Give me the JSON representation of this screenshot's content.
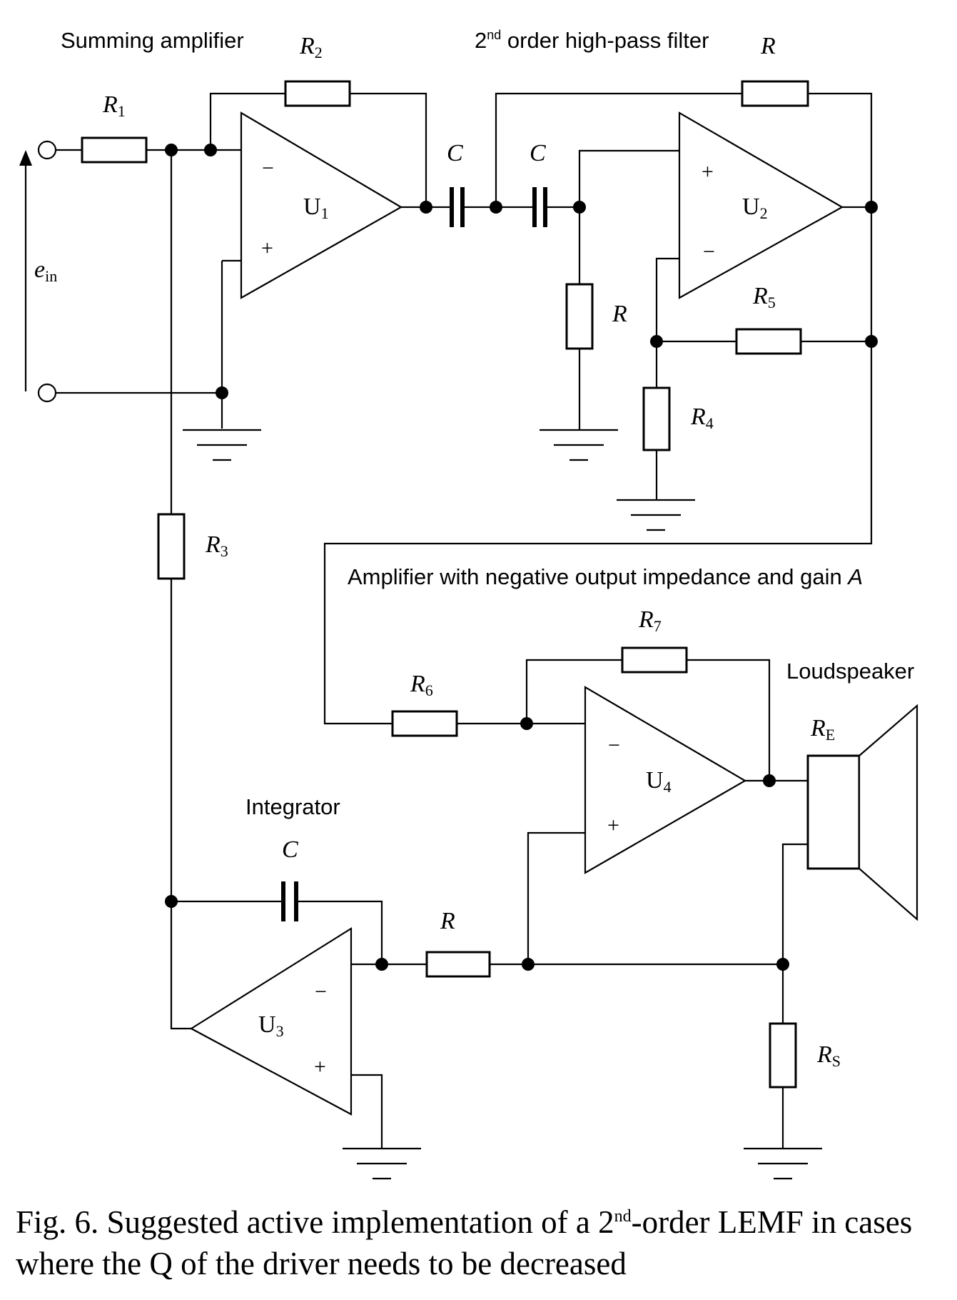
{
  "labels": {
    "summing_amplifier": "Summing amplifier",
    "hp_filter_sup": "nd",
    "hp_filter_rest": " order high-pass filter",
    "hp_filter_num": "2",
    "neg_imp_amp": "Amplifier with negative output impedance and gain ",
    "neg_imp_gain": "A",
    "integrator": "Integrator",
    "loudspeaker": "Loudspeaker"
  },
  "input": {
    "symbol": "e",
    "subscript": "in"
  },
  "components": {
    "R1": {
      "symbol": "R",
      "subscript": "1"
    },
    "R2": {
      "symbol": "R",
      "subscript": "2"
    },
    "R3": {
      "symbol": "R",
      "subscript": "3"
    },
    "R4": {
      "symbol": "R",
      "subscript": "4"
    },
    "R5": {
      "symbol": "R",
      "subscript": "5"
    },
    "R6": {
      "symbol": "R",
      "subscript": "6"
    },
    "R7": {
      "symbol": "R",
      "subscript": "7"
    },
    "RE": {
      "symbol": "R",
      "subscript": "E"
    },
    "RS": {
      "symbol": "R",
      "subscript": "S"
    },
    "R_hp_top": "R",
    "R_hp_shunt": "R",
    "R_int": "R",
    "C_hp_1": "C",
    "C_hp_2": "C",
    "C_int": "C"
  },
  "opamps": {
    "U1": {
      "letter": "U",
      "subscript": "1"
    },
    "U2": {
      "letter": "U",
      "subscript": "2"
    },
    "U3": {
      "letter": "U",
      "subscript": "3"
    },
    "U4": {
      "letter": "U",
      "subscript": "4"
    }
  },
  "signs": {
    "plus": "+",
    "minus": "−"
  },
  "caption": {
    "prefix": "Fig. 6. Suggested active implementation of a 2",
    "sup": "nd",
    "suffix": "-order LEMF in cases where the Q of the driver needs to be decreased"
  }
}
